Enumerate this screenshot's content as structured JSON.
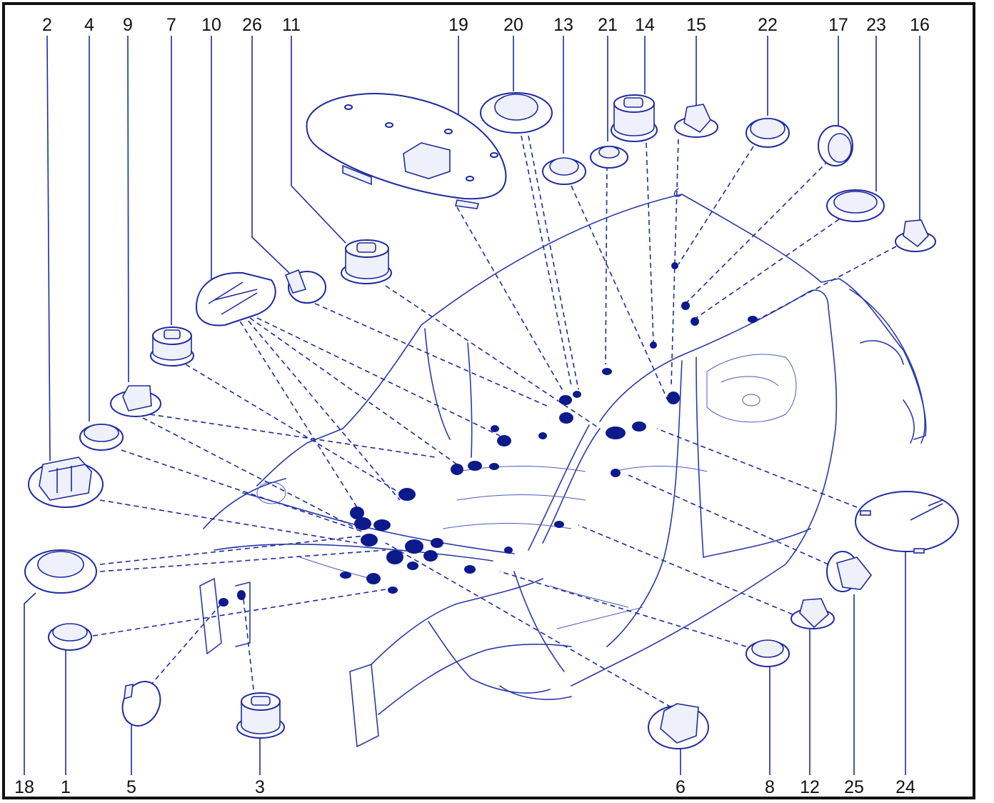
{
  "figure": {
    "top_labels": [
      "2",
      "4",
      "9",
      "7",
      "10",
      "26",
      "11",
      "19",
      "20",
      "13",
      "21",
      "14",
      "15",
      "22",
      "17",
      "23",
      "16"
    ],
    "bottom_labels": [
      "18",
      "1",
      "5",
      "3",
      "6",
      "8",
      "12",
      "25",
      "24"
    ],
    "colors": {
      "ink": "#1e2b9e",
      "hole": "#0c1a8c",
      "frame": "#111111"
    }
  }
}
